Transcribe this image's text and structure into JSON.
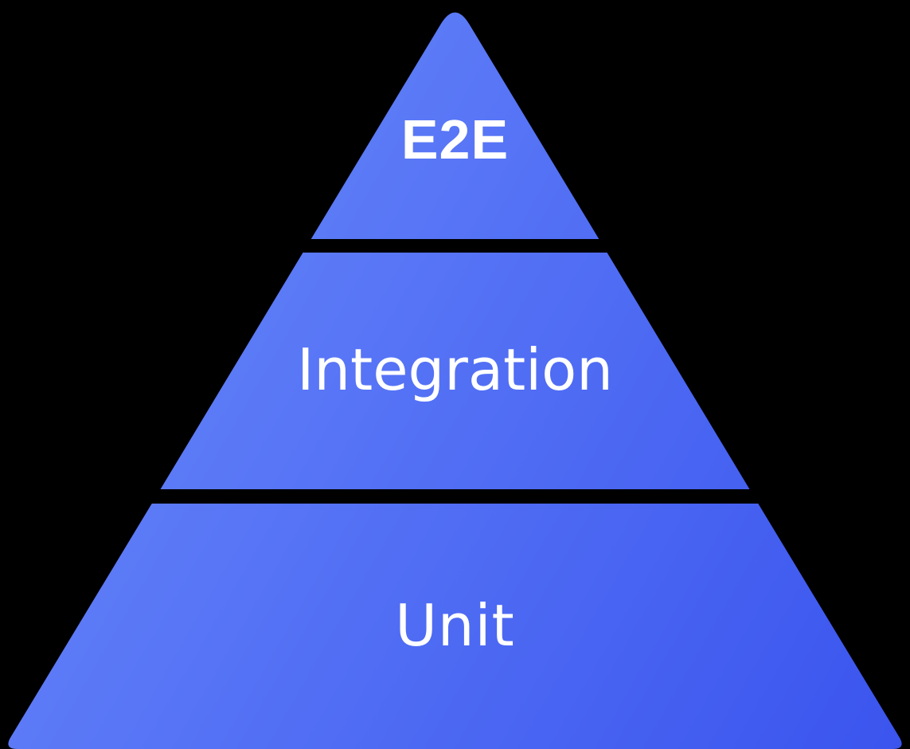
{
  "diagram": {
    "type": "pyramid",
    "background_color": "#000000",
    "text_color": "#ffffff",
    "gradient": {
      "start": "#6C8DFB",
      "end": "#3A54EE"
    },
    "levels": [
      {
        "id": "e2e",
        "label": "E2E",
        "position": "top"
      },
      {
        "id": "integration",
        "label": "Integration",
        "position": "middle"
      },
      {
        "id": "unit",
        "label": "Unit",
        "position": "bottom"
      }
    ]
  }
}
